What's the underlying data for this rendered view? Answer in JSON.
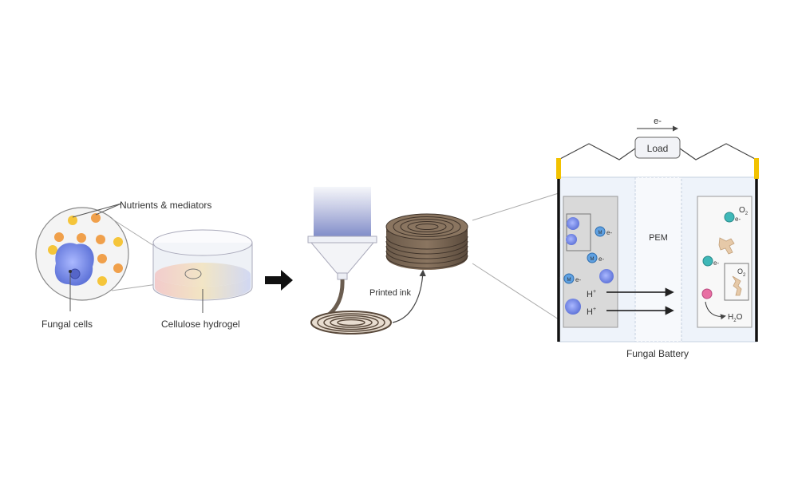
{
  "labels": {
    "nutrients": "Nutrients & mediators",
    "fungal_cells": "Fungal cells",
    "hydrogel": "Cellulose hydrogel",
    "printed_ink": "Printed ink",
    "electron": "e-",
    "load": "Load",
    "pem": "PEM",
    "fungal_battery": "Fungal Battery",
    "proton": "H",
    "proton_sup": "+",
    "oxygen": "O",
    "oxygen_sub": "2",
    "water_h": "H",
    "water_sub": "2",
    "water_o": "O",
    "mediator": "M",
    "cell_e": "e-"
  },
  "colors": {
    "orange": "#f0a04b",
    "yellow": "#f5c53a",
    "fungal_blue": "#7b8fe0",
    "teal": "#3fb8b8",
    "pink": "#e86fa3",
    "electrode_gray": "#d9d9d9",
    "terminal_yellow": "#f2c200"
  }
}
